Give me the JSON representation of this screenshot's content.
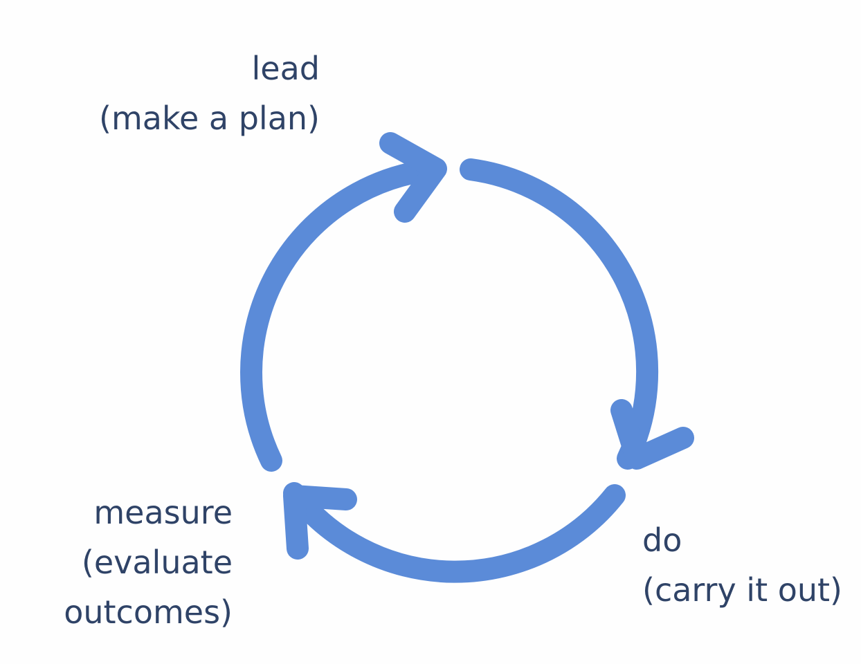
{
  "diagram": {
    "arrow_color": "#5b8bd8",
    "text_color": "#2f4367",
    "stages": {
      "lead": {
        "title": "lead",
        "subtitle": "(make a plan)"
      },
      "do": {
        "title": "do",
        "subtitle": "(carry it out)"
      },
      "measure": {
        "title": "measure",
        "subtitle_line1": "(evaluate",
        "subtitle_line2": "outcomes)"
      }
    }
  }
}
